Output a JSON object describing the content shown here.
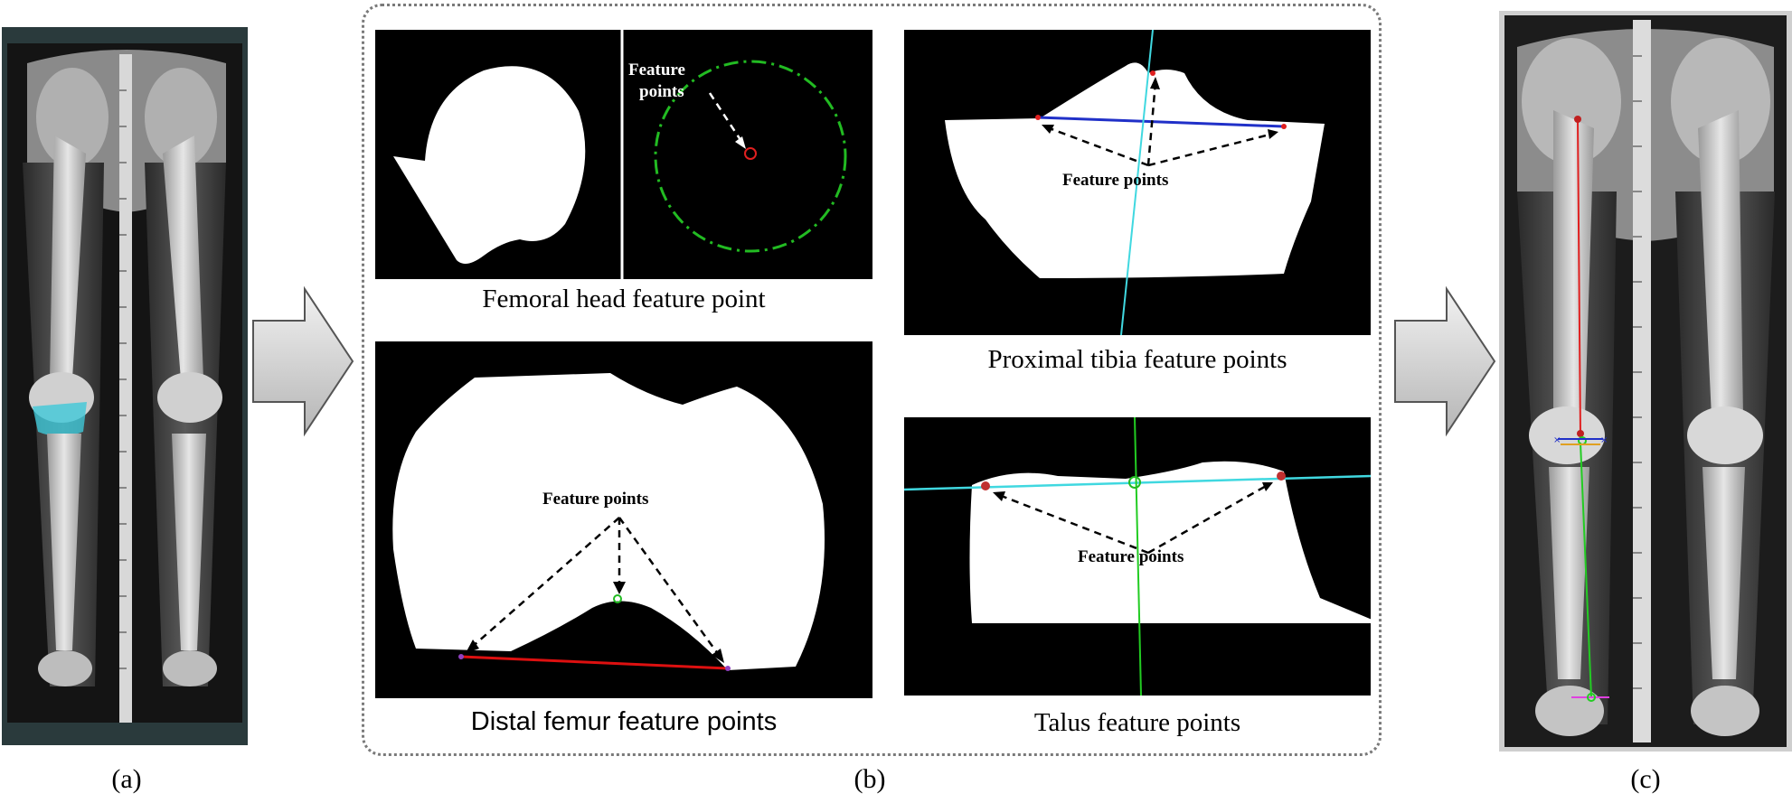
{
  "panels": {
    "a": {
      "label": "(a)"
    },
    "b": {
      "label": "(b)"
    },
    "c": {
      "label": "(c)"
    }
  },
  "subfigures": {
    "femoral_head": {
      "caption": "Femoral head feature point",
      "annotation_line1": "Feature",
      "annotation_line2": "points"
    },
    "proximal_tibia": {
      "caption": "Proximal tibia feature points",
      "annotation": "Feature points"
    },
    "distal_femur": {
      "caption": "Distal femur feature points",
      "annotation": "Feature points"
    },
    "talus": {
      "caption": "Talus feature points",
      "annotation": "Feature points"
    }
  },
  "colors": {
    "segmentation_highlight": "#3fc8d8",
    "mechanical_axis_femur": "#e02020",
    "mechanical_axis_tibia": "#22cc22",
    "tibial_plateau_line": "#2030c8",
    "talus_line": "#40d8e0",
    "circle_fit": "#22bb22",
    "femur_condyle_line": "#dd1010",
    "arrow_fill": "#d2d2d2"
  },
  "icons": {
    "arrow_left": "right-arrow-icon",
    "arrow_right": "right-arrow-icon"
  }
}
